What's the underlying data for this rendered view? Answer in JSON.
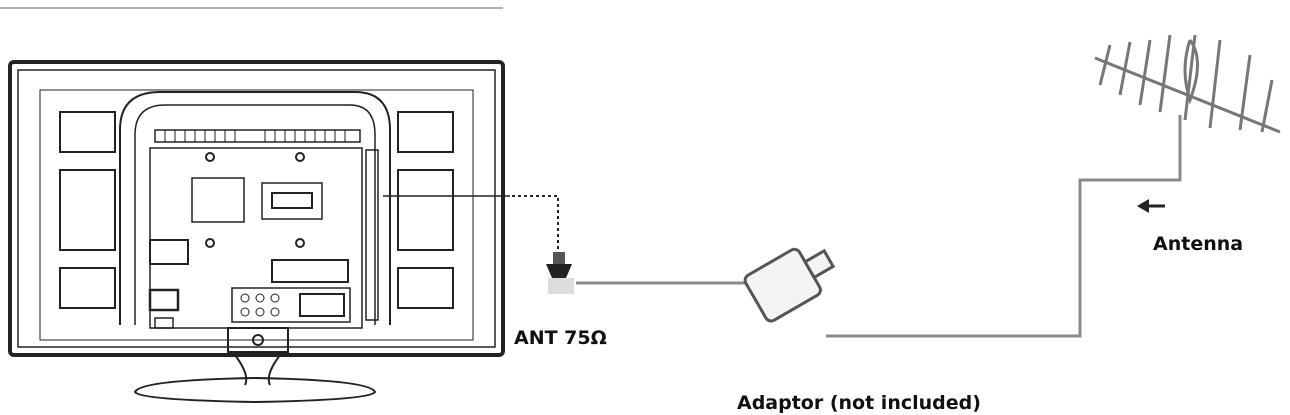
{
  "labels": {
    "ant_port": "ANT 75Ω",
    "adaptor": "Adaptor (not included)",
    "antenna": "Antenna"
  },
  "colors": {
    "line": "#222222",
    "cable": "#8a8a8a"
  }
}
